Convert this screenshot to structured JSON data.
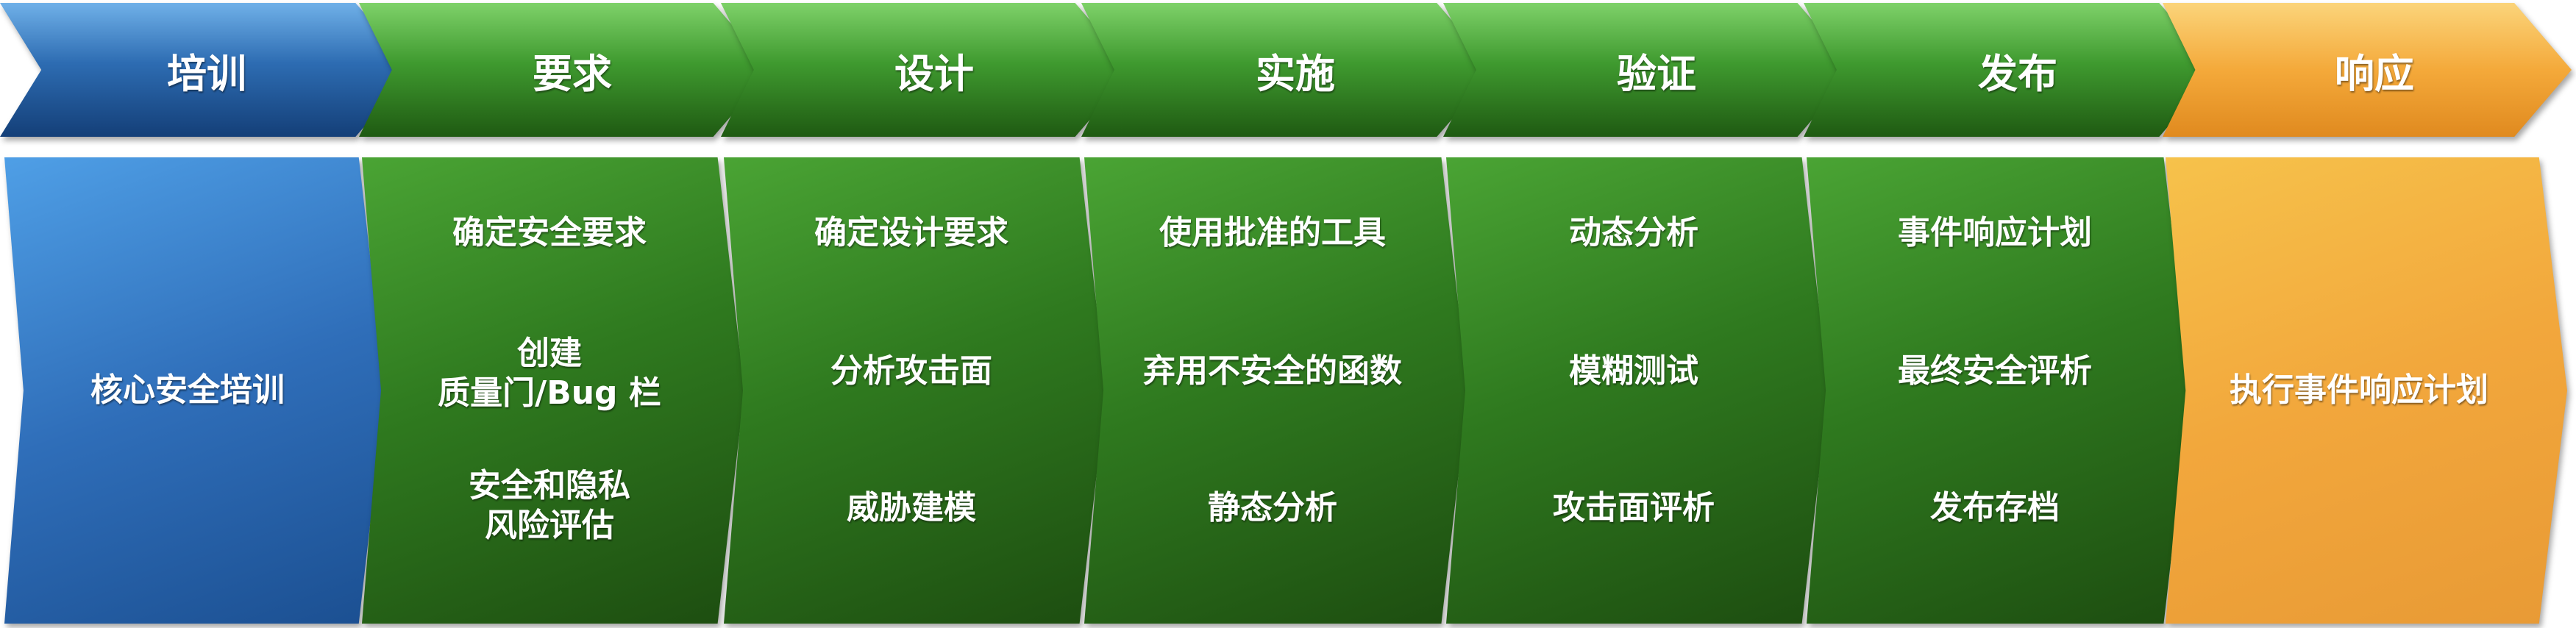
{
  "phases": [
    {
      "id": "training",
      "title": "培训",
      "color": "blue",
      "items": [
        "核心安全培训"
      ]
    },
    {
      "id": "requirements",
      "title": "要求",
      "color": "green",
      "items": [
        "确定安全要求",
        "创建\n质量门/Bug 栏",
        "安全和隐私\n风险评估"
      ]
    },
    {
      "id": "design",
      "title": "设计",
      "color": "green",
      "items": [
        "确定设计要求",
        "分析攻击面",
        "威胁建模"
      ]
    },
    {
      "id": "implementation",
      "title": "实施",
      "color": "green",
      "items": [
        "使用批准的工具",
        "弃用不安全的函数",
        "静态分析"
      ]
    },
    {
      "id": "verification",
      "title": "验证",
      "color": "green",
      "items": [
        "动态分析",
        "模糊测试",
        "攻击面评析"
      ]
    },
    {
      "id": "release",
      "title": "发布",
      "color": "green",
      "items": [
        "事件响应计划",
        "最终安全评析",
        "发布存档"
      ]
    },
    {
      "id": "response",
      "title": "响应",
      "color": "orange",
      "items": [
        "执行事件响应计划"
      ]
    }
  ],
  "colors": {
    "blue": "#2d6cb2",
    "green": "#3f9a2f",
    "orange": "#f2a73c"
  }
}
